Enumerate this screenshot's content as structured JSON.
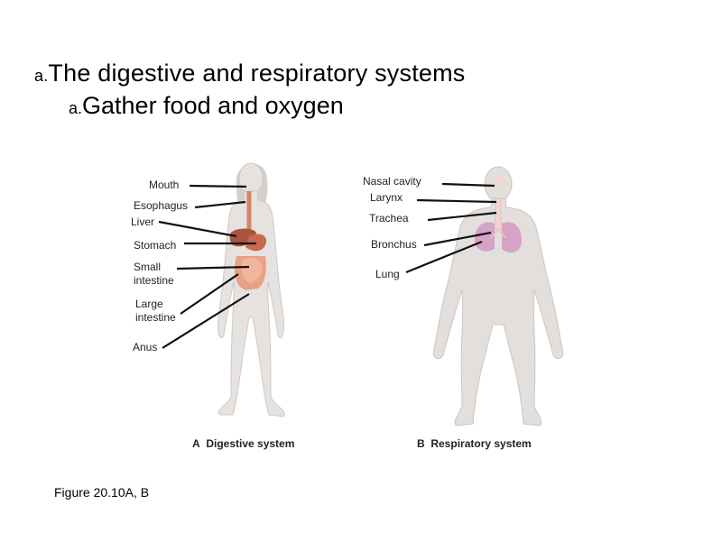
{
  "heading": {
    "marker": "a.",
    "text": "The digestive and respiratory systems"
  },
  "subheading": {
    "marker": "a.",
    "text": "Gather food and oxygen"
  },
  "digestive": {
    "labels": {
      "mouth": "Mouth",
      "esophagus": "Esophagus",
      "liver": "Liver",
      "stomach": "Stomach",
      "small_intestine": "Small intestine",
      "large_intestine": "Large intestine",
      "anus": "Anus"
    },
    "caption_letter": "A",
    "caption": "Digestive system"
  },
  "respiratory": {
    "labels": {
      "nasal_cavity": "Nasal cavity",
      "larynx": "Larynx",
      "trachea": "Trachea",
      "bronchus": "Bronchus",
      "lung": "Lung"
    },
    "caption_letter": "B",
    "caption": "Respiratory system"
  },
  "figure_reference": "Figure 20.10A, B",
  "colors": {
    "skin": "#e6e2df",
    "skin_shade": "#cfc9c5",
    "organ_digestive": "#d9826a",
    "organ_liver": "#a9543e",
    "organ_lung": "#d6a2c8",
    "airway": "#f2d6d0",
    "leader_line": "#111111"
  }
}
